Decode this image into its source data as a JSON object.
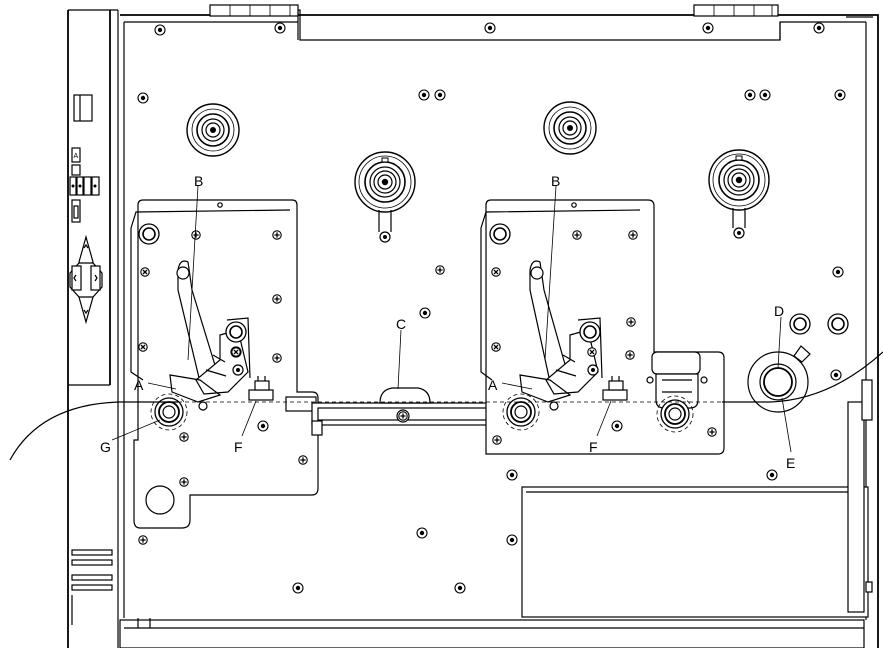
{
  "labels": {
    "a_left": "A",
    "a_right": "A",
    "b_left": "B",
    "b_right": "B",
    "c": "C",
    "d": "D",
    "e": "E",
    "f_left": "F",
    "f_right": "F",
    "g": "G"
  },
  "panel_icon_letter": "A",
  "icons": {
    "screw": "phillips-screw-icon",
    "bolt": "hex-bolt-icon",
    "roller": "ribbon-spindle-icon"
  }
}
